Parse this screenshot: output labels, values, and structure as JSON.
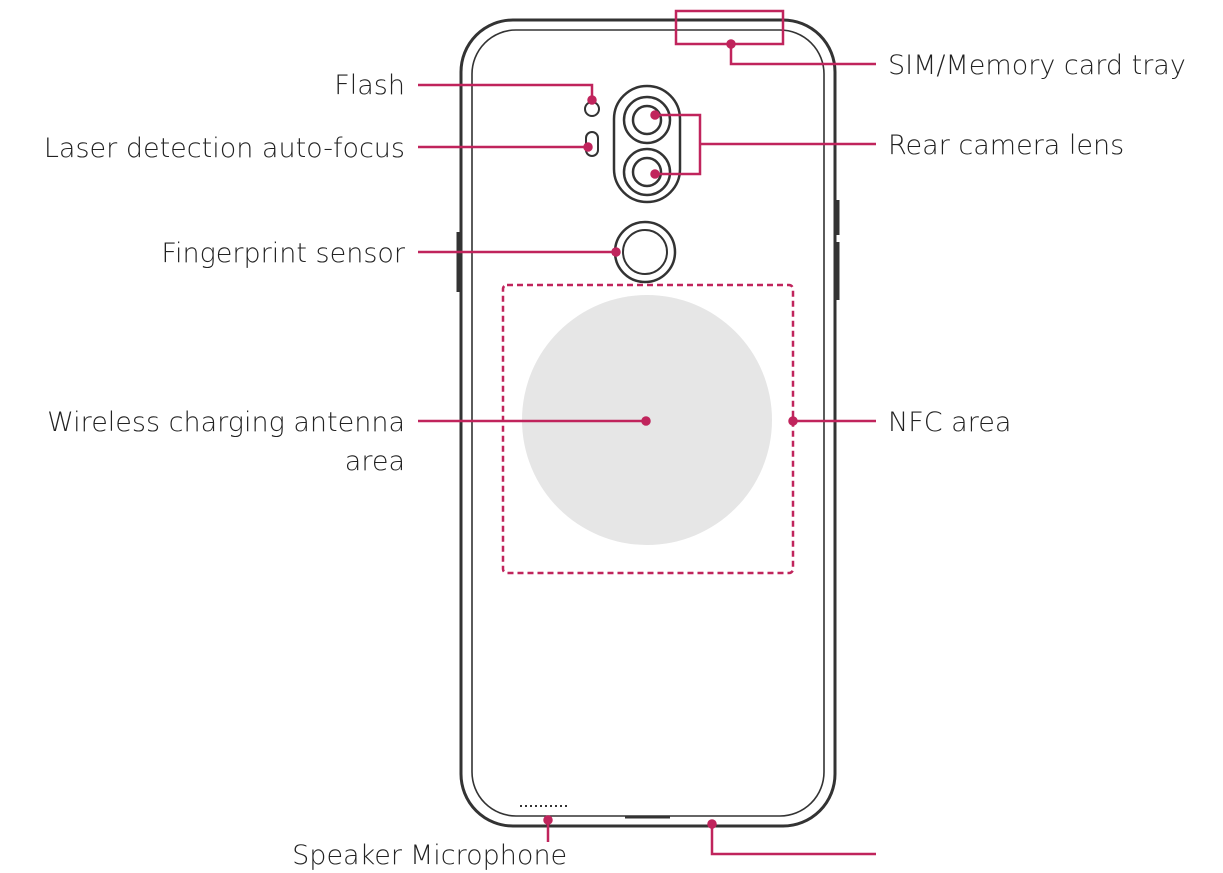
{
  "labels": {
    "flash": "Flash",
    "laser_af": "Laser detection auto-focus",
    "fingerprint": "Fingerprint sensor",
    "wireless_line1": "Wireless charging antenna",
    "wireless_line2": "area",
    "speaker": "Speaker",
    "microphone": "Microphone",
    "sim_tray": "SIM/Memory card tray",
    "rear_camera": "Rear camera lens",
    "nfc": "NFC area"
  },
  "colors": {
    "accent": "#c0245c",
    "outline": "#333333",
    "text": "#222222",
    "charging_fill": "#e6e6e6"
  }
}
